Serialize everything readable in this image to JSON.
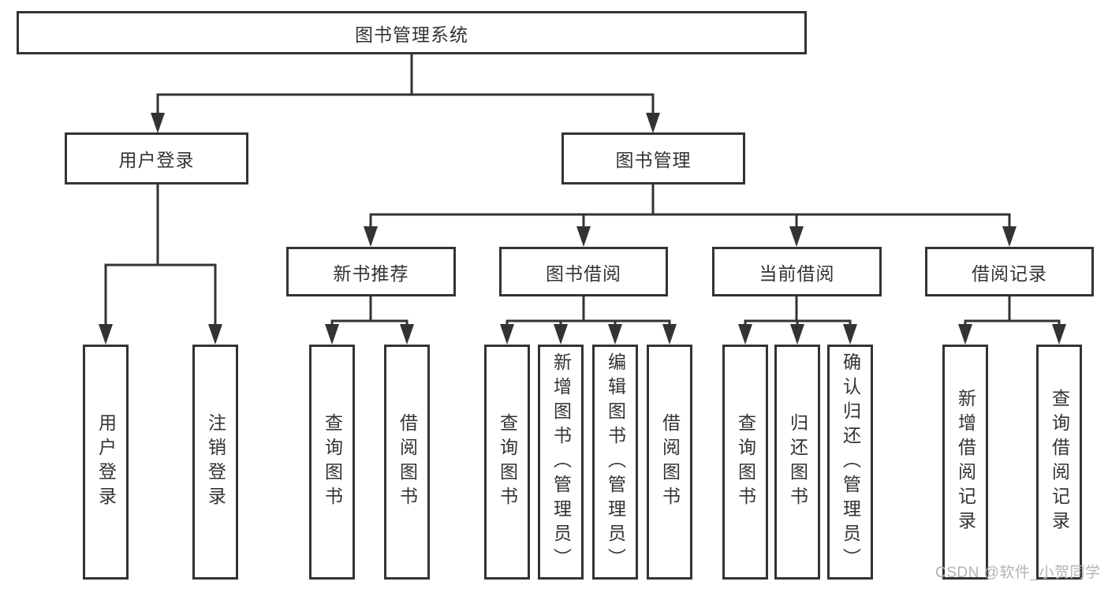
{
  "tree": {
    "label": "图书管理系统",
    "children": [
      {
        "label": "用户登录",
        "children": [
          {
            "label": "用户登录"
          },
          {
            "label": "注销登录"
          }
        ]
      },
      {
        "label": "图书管理",
        "children": [
          {
            "label": "新书推荐",
            "children": [
              {
                "label": "查询图书"
              },
              {
                "label": "借阅图书"
              }
            ]
          },
          {
            "label": "图书借阅",
            "children": [
              {
                "label": "查询图书"
              },
              {
                "label": "新增图书（管理员）"
              },
              {
                "label": "编辑图书（管理员）"
              },
              {
                "label": "借阅图书"
              }
            ]
          },
          {
            "label": "当前借阅",
            "children": [
              {
                "label": "查询图书"
              },
              {
                "label": "归还图书"
              },
              {
                "label": "确认归还（管理员）"
              }
            ]
          },
          {
            "label": "借阅记录",
            "children": [
              {
                "label": "新增借阅记录"
              },
              {
                "label": "查询借阅记录"
              }
            ]
          }
        ]
      }
    ]
  },
  "watermark": {
    "text": "CSDN @软件_小贺同学"
  },
  "colors": {
    "line": "#333333",
    "box-border": "#333333",
    "text": "#333333",
    "watermark": "#b3b3b3",
    "background": "#ffffff"
  }
}
